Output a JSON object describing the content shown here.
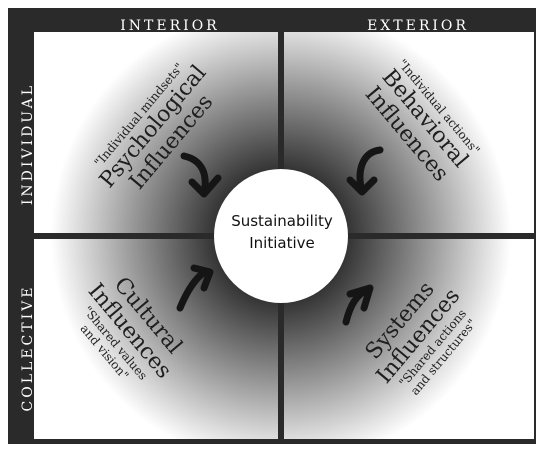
{
  "headers": {
    "interior": "INTERIOR",
    "exterior": "EXTERIOR"
  },
  "rows": {
    "individual": "INDIVIDUAL",
    "collective": "COLLECTIVE"
  },
  "center": {
    "line1": "Sustainability",
    "line2": "Initiative"
  },
  "quadrants": {
    "psychological": {
      "title1": "Psychological",
      "title2": "Influences",
      "quote": "\"Individual mindsets\""
    },
    "behavioral": {
      "title1": "Behavioral",
      "title2": "Influences",
      "quote": "\"Individual actions\""
    },
    "cultural": {
      "title1": "Cultural",
      "title2": "Influences",
      "quote1": "\"Shared values",
      "quote2": "and vision\""
    },
    "systems": {
      "title1": "Systems",
      "title2": "Influences",
      "quote1": "\"Shared actions",
      "quote2": "and structures\""
    }
  },
  "colors": {
    "frame": "#2a2a2a",
    "shade_dark": "#262626",
    "shade_light": "#ffffff",
    "text": "#1e1e1e"
  }
}
